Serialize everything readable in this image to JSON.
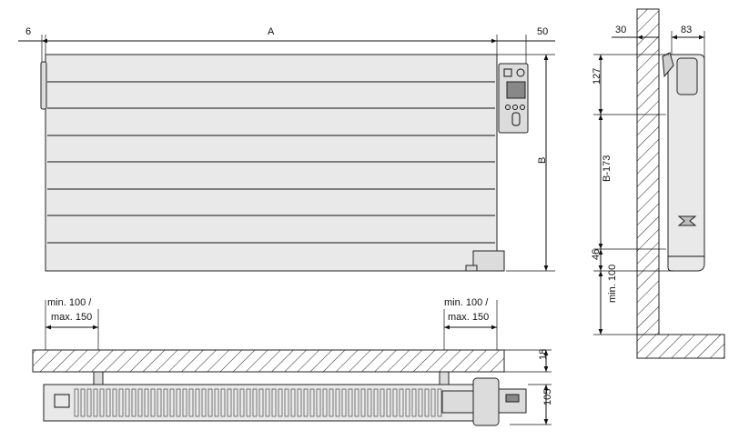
{
  "labels": {
    "dim_6": "6",
    "dim_A": "A",
    "dim_50": "50",
    "dim_B": "B",
    "dim_30": "30",
    "dim_83": "83",
    "dim_127": "127",
    "dim_B173": "B-173",
    "dim_46": "46",
    "dim_min100_vert": "min. 100",
    "dim_18": "18",
    "dim_105": "105",
    "left_min": "min. 100 /",
    "left_max": "max. 150",
    "right_min": "min. 100 /",
    "right_max": "max. 150"
  },
  "colors": {
    "line": "#111111",
    "body": "#e9e9e9"
  }
}
